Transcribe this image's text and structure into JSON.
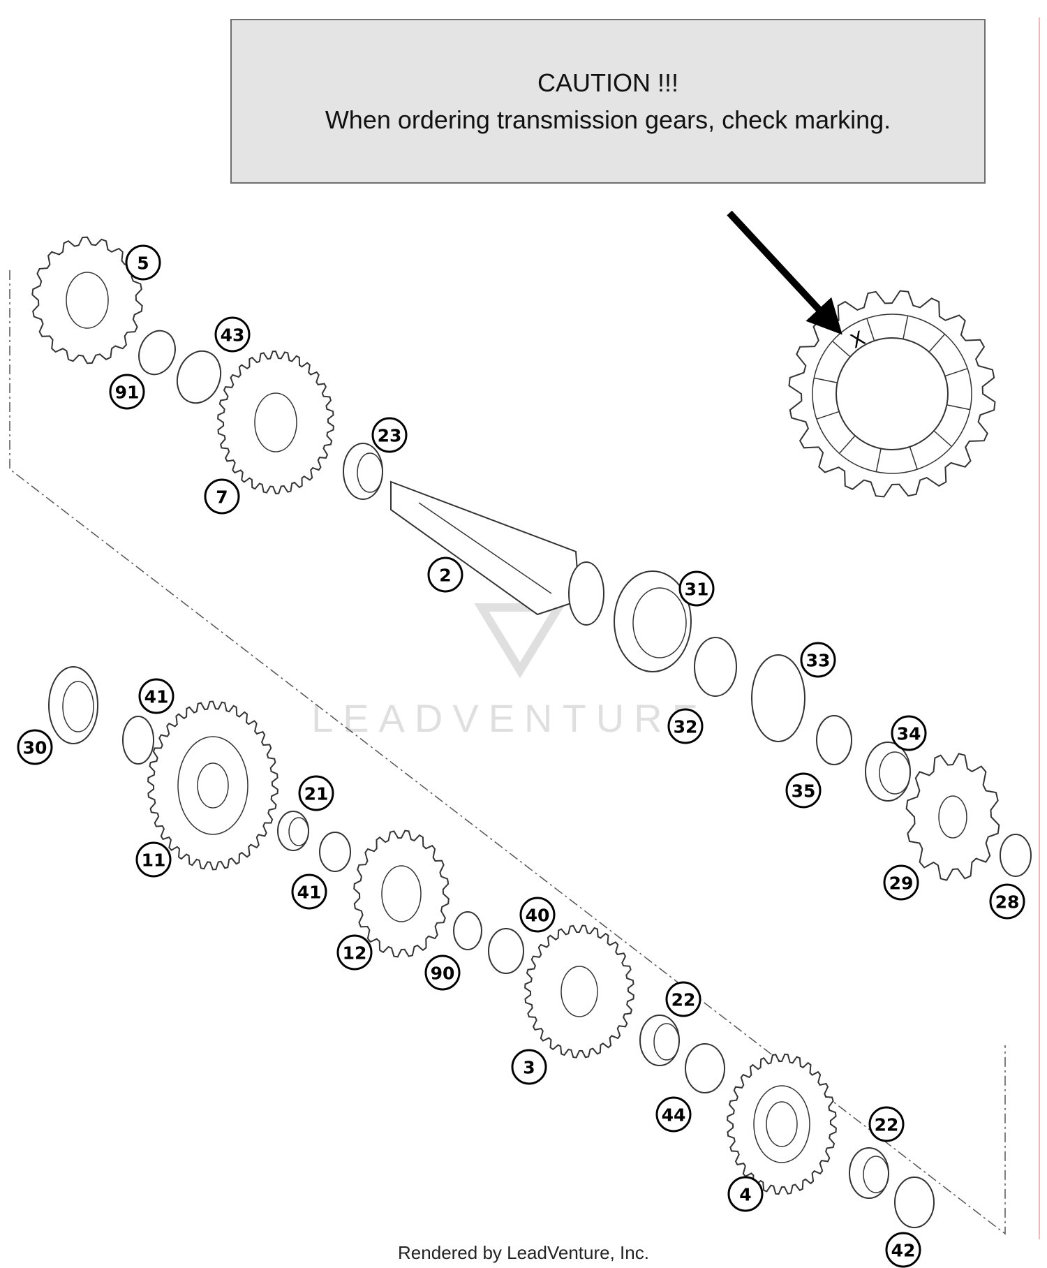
{
  "caution": {
    "title": "CAUTION !!!",
    "text": "When ordering transmission gears, check marking."
  },
  "footer": {
    "credit": "Rendered by LeadVenture, Inc."
  },
  "watermark": {
    "text": "LEADVENTURE"
  },
  "marking_detail": {
    "mark": "X"
  },
  "callouts": [
    "5",
    "43",
    "91",
    "7",
    "23",
    "2",
    "31",
    "33",
    "32",
    "35",
    "34",
    "29",
    "28",
    "30",
    "41",
    "11",
    "21",
    "41",
    "12",
    "90",
    "40",
    "3",
    "22",
    "44",
    "4",
    "22",
    "42"
  ]
}
